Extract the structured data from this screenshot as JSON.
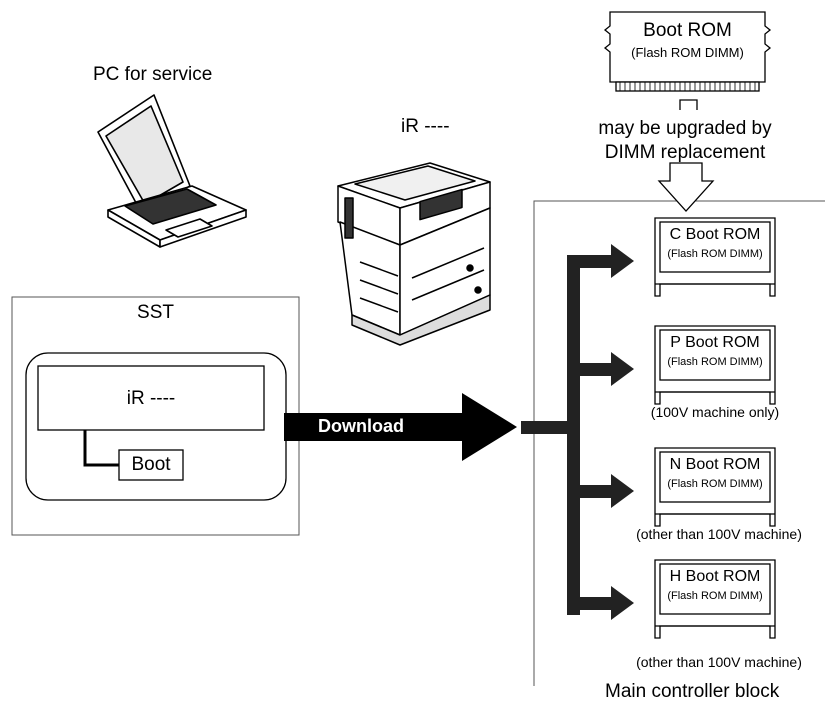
{
  "pc": {
    "label": "PC for service"
  },
  "copier": {
    "label": "iR ----"
  },
  "sst": {
    "title": "SST",
    "software_label": "iR ----",
    "boot_label": "Boot"
  },
  "download": {
    "label": "Download"
  },
  "boot_rom_top": {
    "name": "Boot ROM",
    "sub": "(Flash ROM DIMM)",
    "upgrade_note_line1": "may be upgraded by",
    "upgrade_note_line2": "DIMM replacement"
  },
  "controller": {
    "label": "Main controller block",
    "roms": [
      {
        "name": "C Boot ROM",
        "sub": "(Flash ROM DIMM)",
        "note": ""
      },
      {
        "name": "P Boot ROM",
        "sub": "(Flash ROM DIMM)",
        "note": "(100V machine only)"
      },
      {
        "name": "N Boot ROM",
        "sub": "(Flash ROM DIMM)",
        "note": "(other than 100V machine)"
      },
      {
        "name": "H Boot ROM",
        "sub": "(Flash ROM DIMM)",
        "note": "(other than 100V machine)"
      }
    ]
  }
}
